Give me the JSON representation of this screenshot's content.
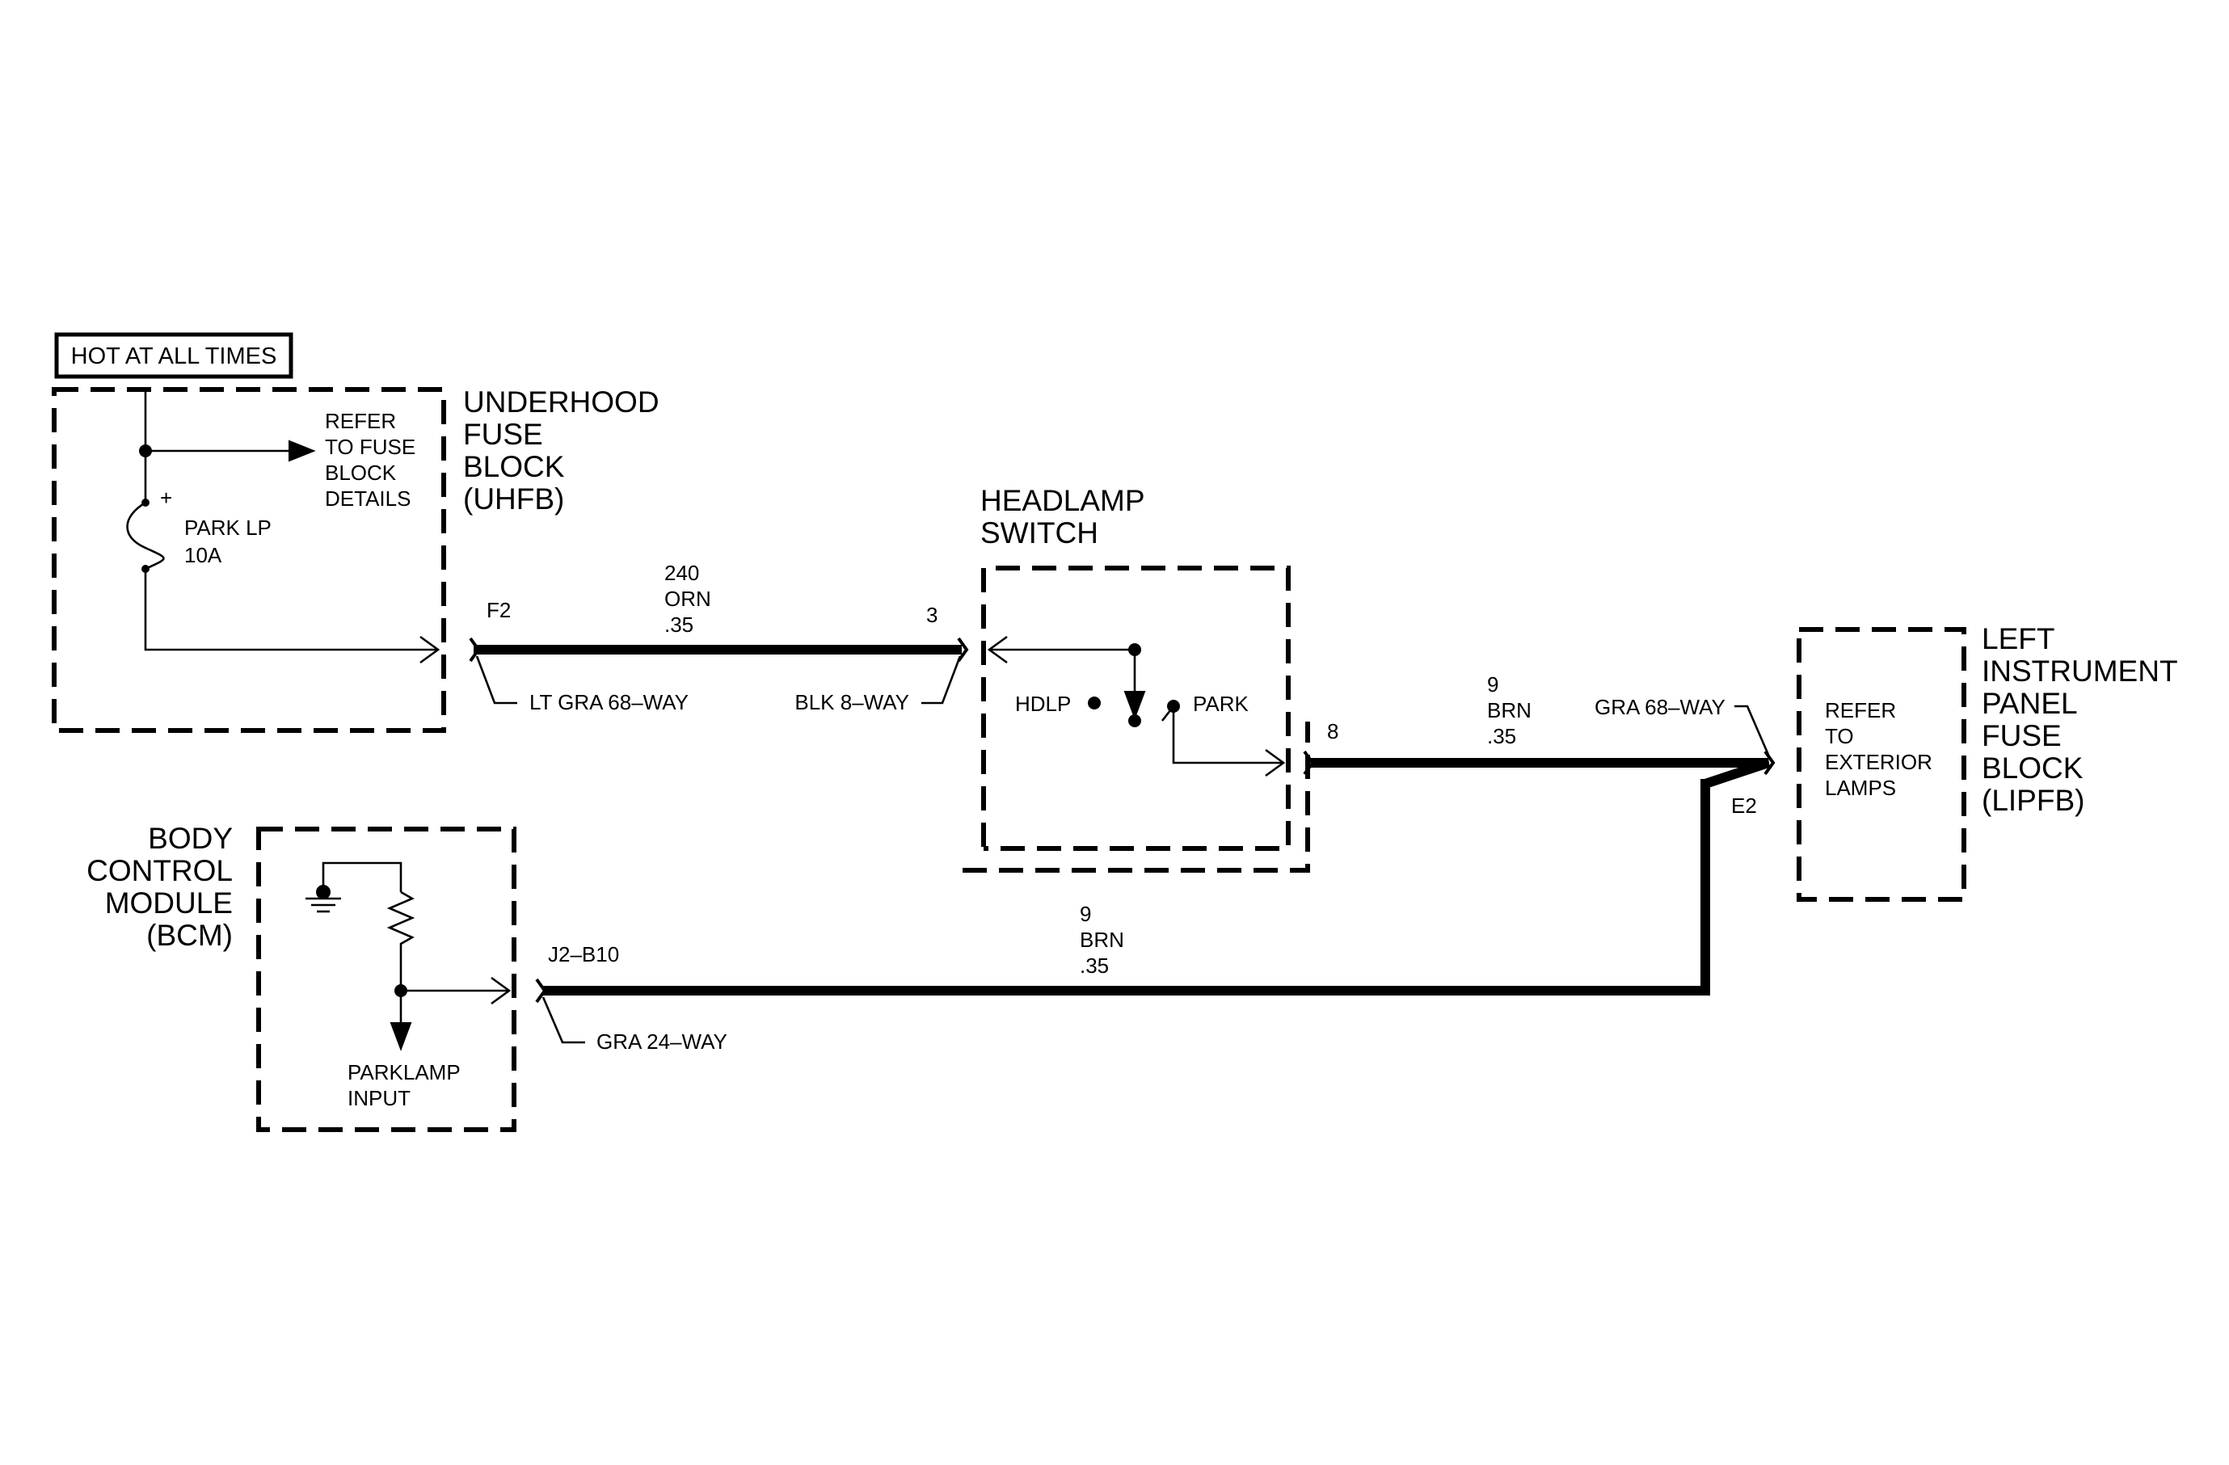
{
  "labels": {
    "hot_at_all_times": "HOT AT ALL TIMES",
    "uhfb": {
      "line1": "UNDERHOOD",
      "line2": "FUSE",
      "line3": "BLOCK",
      "line4": "(UHFB)"
    },
    "refer_fuse": {
      "line1": "REFER",
      "line2": "TO FUSE",
      "line3": "BLOCK",
      "line4": "DETAILS"
    },
    "fuse_plus": "+",
    "fuse": {
      "line1": "PARK LP",
      "line2": "10A"
    },
    "headlamp_switch": {
      "line1": "HEADLAMP",
      "line2": "SWITCH"
    },
    "switch_hdlp": "HDLP",
    "switch_park": "PARK",
    "bcm": {
      "line1": "BODY",
      "line2": "CONTROL",
      "line3": "MODULE",
      "line4": "(BCM)"
    },
    "parklamp_input": {
      "line1": "PARKLAMP",
      "line2": "INPUT"
    },
    "lipfb": {
      "line1": "LEFT",
      "line2": "INSTRUMENT",
      "line3": "PANEL",
      "line4": "FUSE",
      "line5": "BLOCK",
      "line6": "(LIPFB)"
    },
    "refer_exterior": {
      "line1": "REFER",
      "line2": "TO",
      "line3": "EXTERIOR",
      "line4": "LAMPS"
    }
  },
  "pins": {
    "f2": "F2",
    "three": "3",
    "eight": "8",
    "e2": "E2",
    "j2b10": "J2–B10"
  },
  "connectors": {
    "lt_gra_68": "LT GRA 68–WAY",
    "blk_8": "BLK 8–WAY",
    "gra_68": "GRA 68–WAY",
    "gra_24": "GRA 24–WAY"
  },
  "wires": {
    "w240": {
      "circuit": "240",
      "color": "ORN",
      "gauge": ".35"
    },
    "w9_top": {
      "circuit": "9",
      "color": "BRN",
      "gauge": ".35"
    },
    "w9_bottom": {
      "circuit": "9",
      "color": "BRN",
      "gauge": ".35"
    }
  }
}
